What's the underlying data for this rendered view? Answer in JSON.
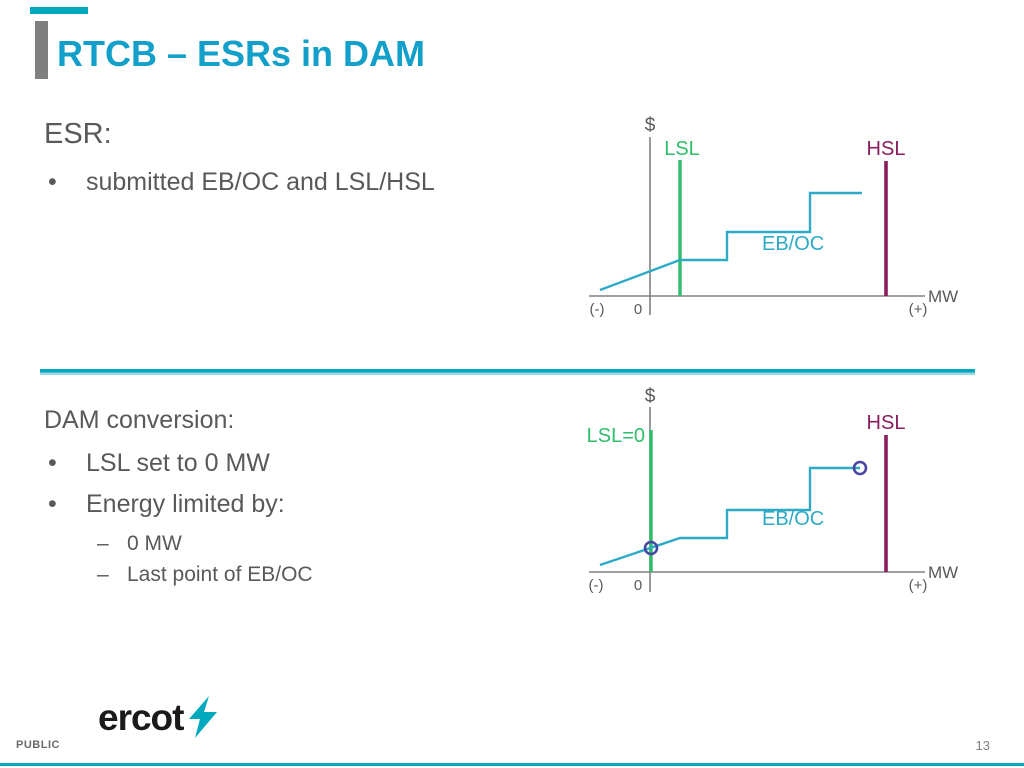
{
  "slide": {
    "title": "RTCB – ESRs in DAM",
    "page_number": "13",
    "classification": "PUBLIC",
    "logo_text": "ercot"
  },
  "sections": {
    "top": {
      "heading": "ESR:",
      "bullet": "submitted EB/OC and LSL/HSL"
    },
    "bottom": {
      "heading": "DAM conversion:",
      "bullets": [
        "LSL set to 0 MW",
        "Energy limited by:"
      ],
      "sub_bullets": [
        "0 MW",
        "Last point of EB/OC"
      ]
    }
  },
  "diagram_top": {
    "y_axis_label": "$",
    "x_axis_label": "MW",
    "lsl_label": "LSL",
    "hsl_label": "HSL",
    "curve_label": "EB/OC",
    "neg_label": "(-)",
    "zero_label": "0",
    "pos_label": "(+)"
  },
  "diagram_bottom": {
    "y_axis_label": "$",
    "x_axis_label": "MW",
    "lsl_label": "LSL=0",
    "hsl_label": "HSL",
    "curve_label": "EB/OC",
    "neg_label": "(-)",
    "zero_label": "0",
    "pos_label": "(+)"
  },
  "colors": {
    "title_teal": "#129FC9",
    "accent_teal": "#00A9BE",
    "green": "#2EBD6B",
    "purple": "#8B1D5C",
    "curve_teal": "#2EA9C6",
    "marker_purple": "#4747A1",
    "text_gray": "#595959",
    "axis_gray": "#808080"
  }
}
